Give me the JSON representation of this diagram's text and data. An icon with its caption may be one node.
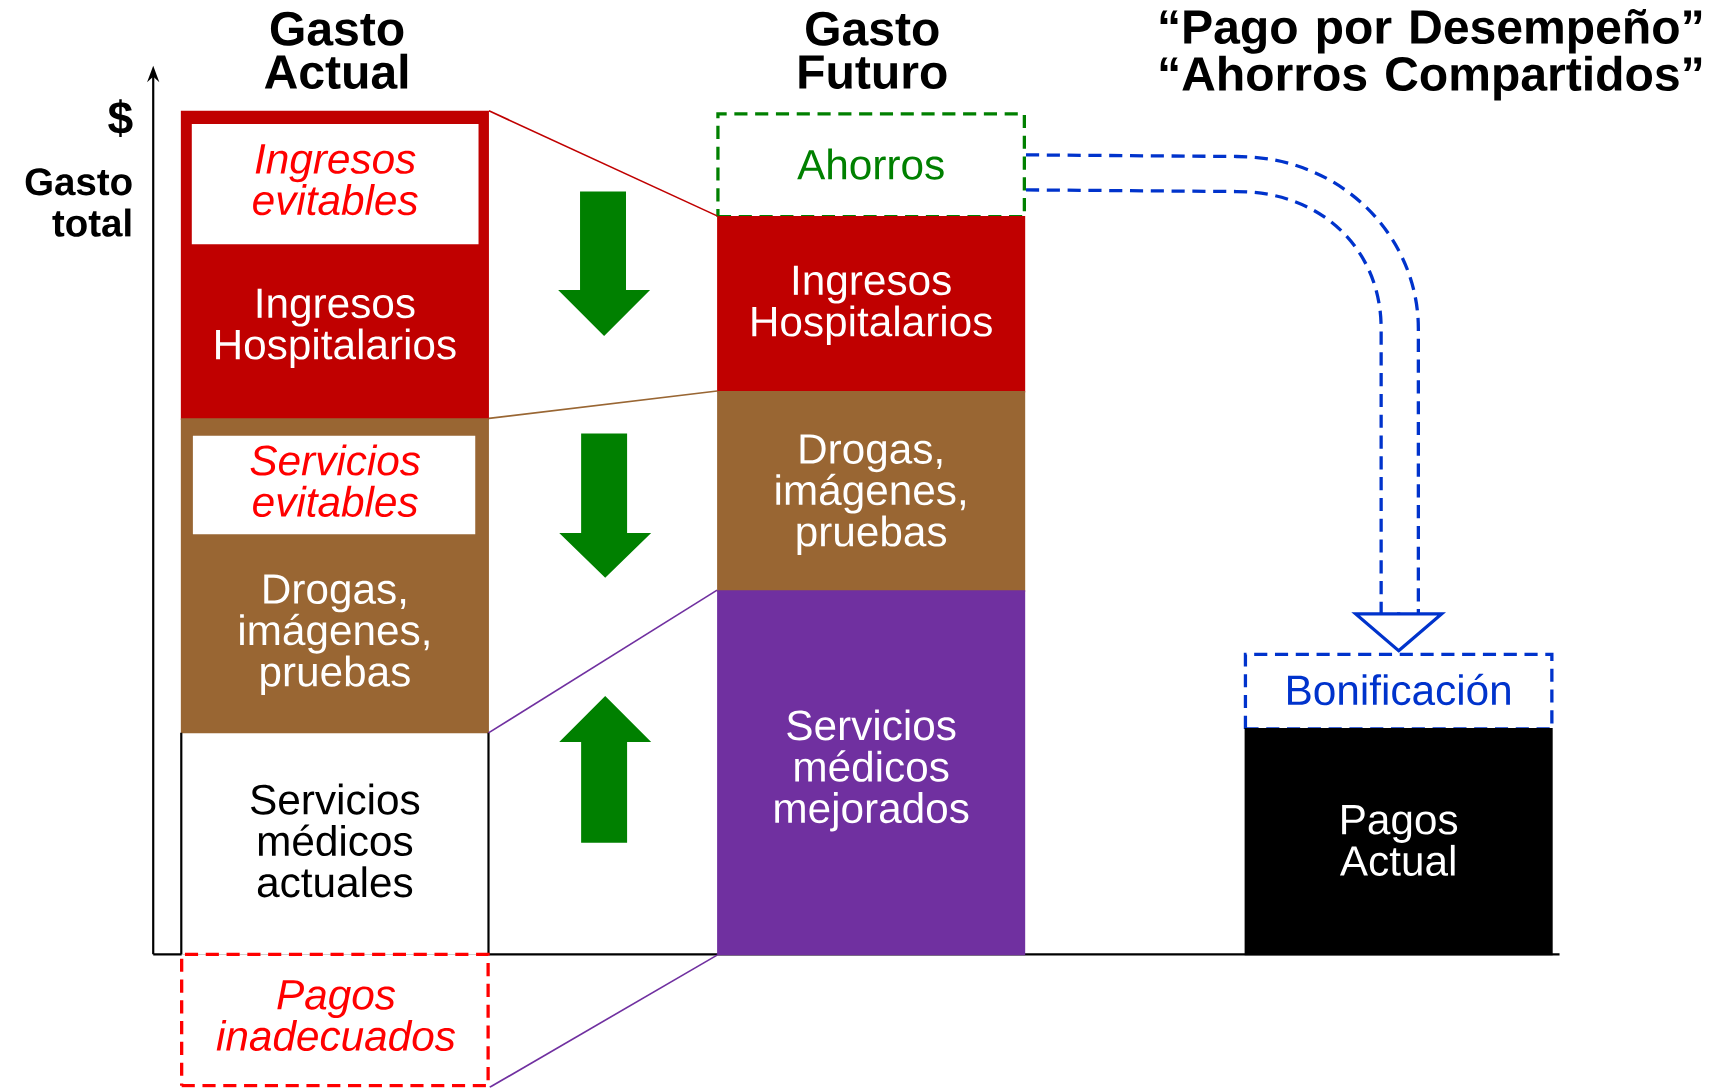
{
  "diagram": {
    "title": "“Pago por Desempeño” “Ahorros Compartidos”",
    "nodes": [
      {
        "text": [
          "Ingresos Hospitalarios"
        ]
      },
      {
        "text": [
          "Ingresos evitables"
        ],
        "in": 0
      },
      {
        "text": [
          "Drogas, imágenes, pruebas"
        ]
      },
      {
        "text": [
          "Servicios evitables"
        ],
        "in": 2
      },
      {
        "text": [
          "Servicios médicos actuales"
        ]
      },
      {
        "text": [
          "Pagos inadecuados"
        ]
      },
      {
        "text": [
          "Ahorros"
        ]
      },
      {
        "text": [
          "Ingresos Hospitalarios"
        ]
      },
      {
        "text": [
          "Drogas, imágenes, pruebas"
        ]
      },
      {
        "text": [
          "Servicios médicos mejorados"
        ]
      },
      {
        "text": [
          "Bonificación"
        ]
      },
      {
        "text": [
          "Pagos Actual"
        ]
      }
    ],
    "edges": [
      {
        "from": 0,
        "to": 7,
        "arrow": "none",
        "color": "#c00000"
      },
      {
        "from": 2,
        "to": 8,
        "arrow": "none",
        "color": "#996633"
      },
      {
        "from": 4,
        "to": 9,
        "arrow": "none",
        "color": "#7030a0"
      },
      {
        "from": 5,
        "to": 9,
        "arrow": "none",
        "color": "#7030a0"
      },
      {
        "from": 6,
        "to": 10,
        "arrow": "to",
        "style": "dashed",
        "color": "#0033cc"
      }
    ],
    "labels": [
      "Gasto Actual",
      "Gasto Futuro",
      "$",
      "Gasto total"
    ]
  }
}
